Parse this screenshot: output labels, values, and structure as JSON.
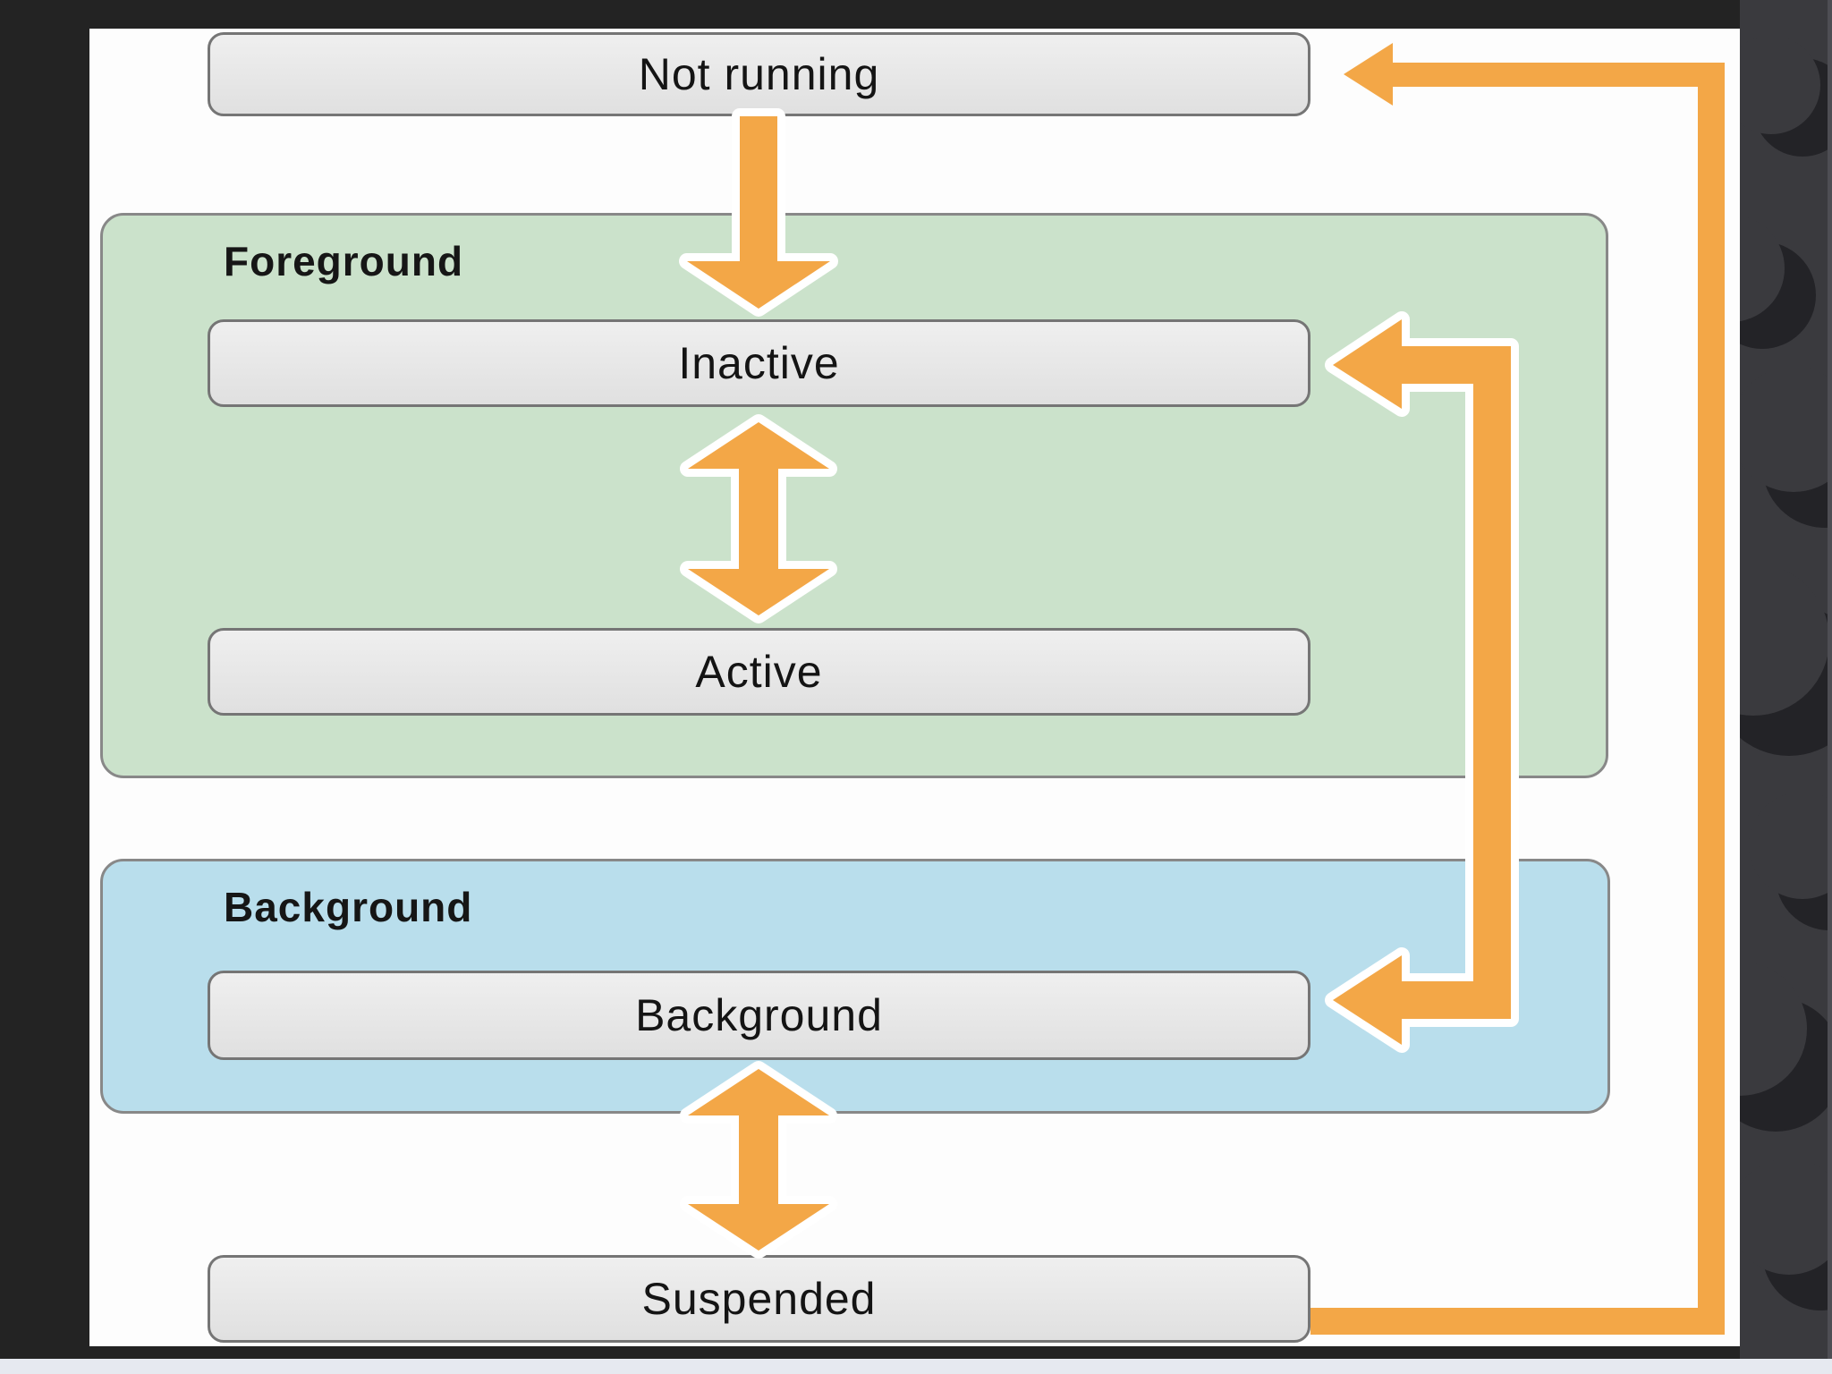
{
  "diagram": {
    "type": "app-lifecycle-state-diagram",
    "colors": {
      "slide_background": "#fdfdfd",
      "frame": "#232323",
      "accent_orange": "#F3A747",
      "foreground_group_fill": "#CBE2CB",
      "background_group_fill": "#B9DEEC",
      "state_box_fill": "#e8e8e8",
      "state_box_border": "#757575"
    },
    "groups": [
      {
        "label": "Foreground"
      },
      {
        "label": "Background"
      }
    ],
    "states": [
      {
        "label": "Not running"
      },
      {
        "label": "Inactive",
        "group": "Foreground"
      },
      {
        "label": "Active",
        "group": "Foreground"
      },
      {
        "label": "Background",
        "group": "Background"
      },
      {
        "label": "Suspended"
      }
    ],
    "transitions": [
      {
        "name": "not-running-to-inactive",
        "from": "Not running",
        "to": "Inactive",
        "style": "orange-white-outline",
        "bidirectional": false
      },
      {
        "name": "inactive-active",
        "from": "Inactive",
        "to": "Active",
        "style": "orange-white-outline",
        "bidirectional": true
      },
      {
        "name": "loop-inactive-background",
        "from": "Inactive",
        "to": "Background",
        "style": "orange-white-outline",
        "bidirectional": true
      },
      {
        "name": "background-suspended",
        "from": "Background",
        "to": "Suspended",
        "style": "orange-white-outline",
        "bidirectional": true
      },
      {
        "name": "suspended-to-not-running",
        "from": "Suspended",
        "to": "Not running",
        "style": "orange-plain",
        "bidirectional": false
      }
    ]
  }
}
